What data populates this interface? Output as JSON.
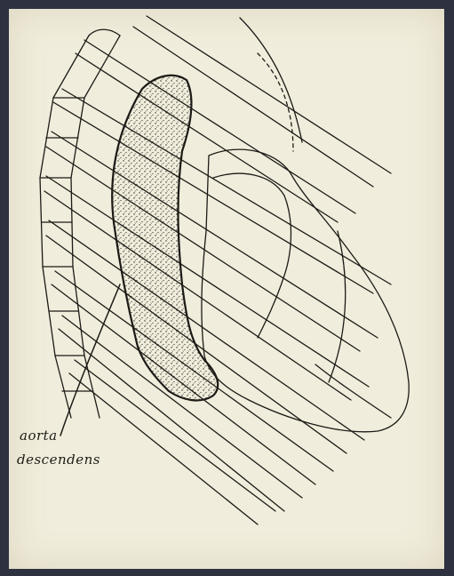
{
  "figure": {
    "labels": {
      "line1": "aorta",
      "line2": "descendens"
    },
    "colors": {
      "outer_border": "#2d3140",
      "paper": "#f1eddc",
      "ink": "#1c1a16"
    },
    "structures": [
      "rib-outlines",
      "vertebral-column",
      "heart-outline",
      "aorta-descendens-shading",
      "label-pointer-line"
    ]
  }
}
